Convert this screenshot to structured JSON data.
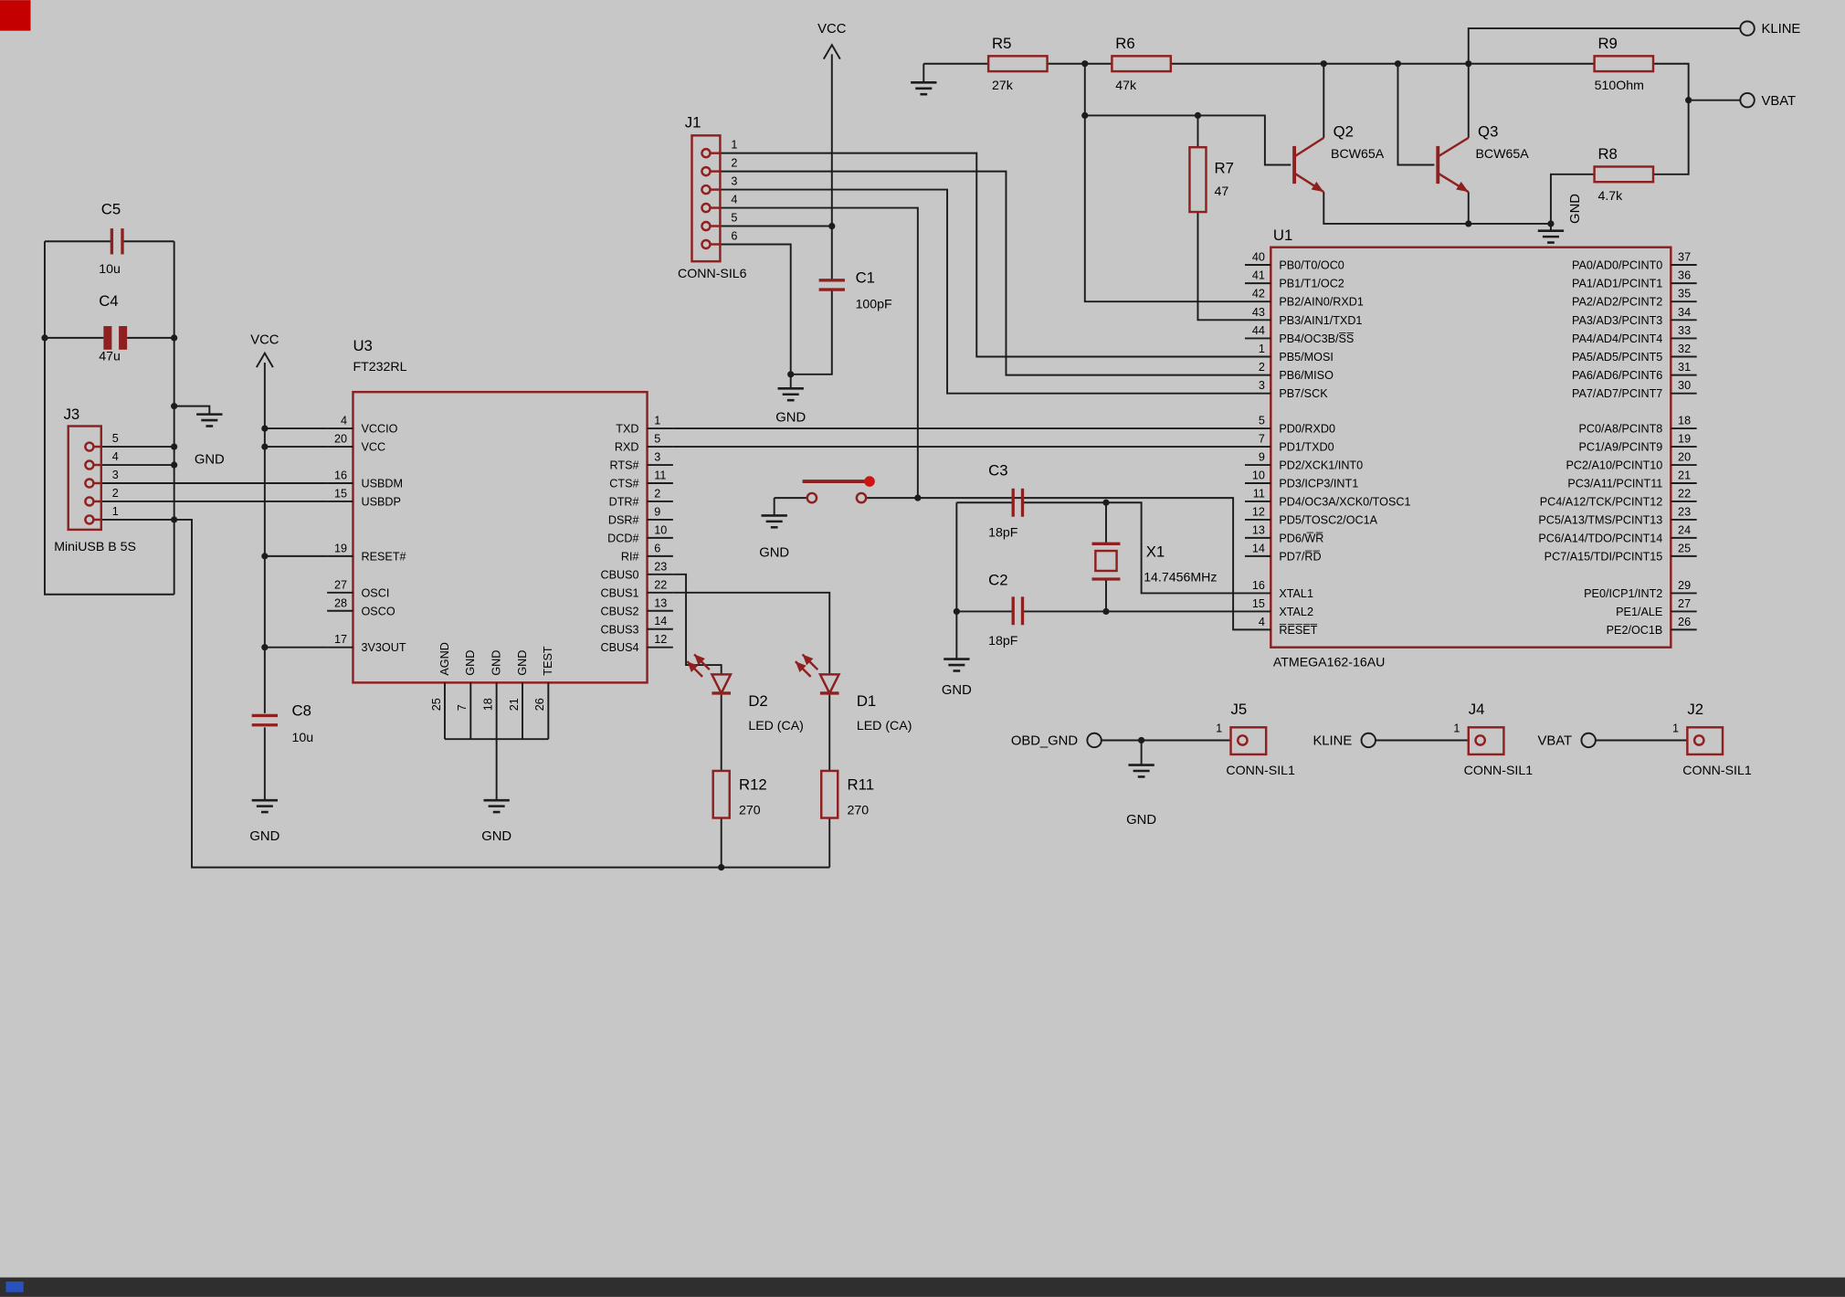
{
  "colors": {
    "background": "#c7c7c7",
    "component": "#8e2020",
    "wire": "#1c1c1c",
    "text": "#000000",
    "accent_red": "#cc1414",
    "bottom_bar": "#2f2f2f",
    "taskbar_accent": "#2a52be",
    "origin_marker": "#c40000"
  },
  "labels": {
    "vcc": "VCC",
    "gnd": "GND"
  },
  "terminals": {
    "kline": "KLINE",
    "vbat": "VBAT",
    "obd_gnd": "OBD_GND"
  },
  "resistors": {
    "r5": {
      "ref": "R5",
      "value": "27k"
    },
    "r6": {
      "ref": "R6",
      "value": "47k"
    },
    "r7": {
      "ref": "R7",
      "value": "47"
    },
    "r8": {
      "ref": "R8",
      "value": "4.7k"
    },
    "r9": {
      "ref": "R9",
      "value": "510Ohm"
    },
    "r11": {
      "ref": "R11",
      "value": "270"
    },
    "r12": {
      "ref": "R12",
      "value": "270"
    }
  },
  "capacitors": {
    "c1": {
      "ref": "C1",
      "value": "100pF"
    },
    "c2": {
      "ref": "C2",
      "value": "18pF"
    },
    "c3": {
      "ref": "C3",
      "value": "18pF"
    },
    "c4": {
      "ref": "C4",
      "value": "47u"
    },
    "c5": {
      "ref": "C5",
      "value": "10u"
    },
    "c8": {
      "ref": "C8",
      "value": "10u"
    }
  },
  "transistors": {
    "q2": {
      "ref": "Q2",
      "value": "BCW65A"
    },
    "q3": {
      "ref": "Q3",
      "value": "BCW65A"
    }
  },
  "crystal": {
    "ref": "X1",
    "value": "14.7456MHz"
  },
  "diodes": {
    "d1": {
      "ref": "D1",
      "value": "LED (CA)"
    },
    "d2": {
      "ref": "D2",
      "value": "LED (CA)"
    }
  },
  "connectors": {
    "j1": {
      "ref": "J1",
      "type": "CONN-SIL6",
      "pins": [
        {
          "num": "1"
        },
        {
          "num": "2"
        },
        {
          "num": "3"
        },
        {
          "num": "4"
        },
        {
          "num": "5"
        },
        {
          "num": "6"
        }
      ]
    },
    "j3": {
      "ref": "J3",
      "type": "MiniUSB B 5S",
      "pins": [
        {
          "num": "5"
        },
        {
          "num": "4"
        },
        {
          "num": "3"
        },
        {
          "num": "2"
        },
        {
          "num": "1"
        }
      ]
    },
    "j5": {
      "ref": "J5",
      "type": "CONN-SIL1",
      "pin": "1"
    },
    "j4": {
      "ref": "J4",
      "type": "CONN-SIL1",
      "pin": "1"
    },
    "j2": {
      "ref": "J2",
      "type": "CONN-SIL1",
      "pin": "1"
    }
  },
  "u3": {
    "ref": "U3",
    "value": "FT232RL",
    "left_a": [
      {
        "num": "4",
        "name": "VCCIO"
      },
      {
        "num": "20",
        "name": "VCC"
      }
    ],
    "left_b": [
      {
        "num": "16",
        "name": "USBDM"
      },
      {
        "num": "15",
        "name": "USBDP"
      }
    ],
    "left_c": [
      {
        "num": "19",
        "name": "RESET#"
      }
    ],
    "left_d": [
      {
        "num": "27",
        "name": "OSCI"
      },
      {
        "num": "28",
        "name": "OSCO"
      }
    ],
    "left_e": [
      {
        "num": "17",
        "name": "3V3OUT"
      }
    ],
    "right": [
      {
        "num": "1",
        "name": "TXD"
      },
      {
        "num": "5",
        "name": "RXD"
      },
      {
        "num": "3",
        "name": "RTS#"
      },
      {
        "num": "11",
        "name": "CTS#"
      },
      {
        "num": "2",
        "name": "DTR#"
      },
      {
        "num": "9",
        "name": "DSR#"
      },
      {
        "num": "10",
        "name": "DCD#"
      },
      {
        "num": "6",
        "name": "RI#"
      },
      {
        "num": "23",
        "name": "CBUS0"
      },
      {
        "num": "22",
        "name": "CBUS1"
      },
      {
        "num": "13",
        "name": "CBUS2"
      },
      {
        "num": "14",
        "name": "CBUS3"
      },
      {
        "num": "12",
        "name": "CBUS4"
      }
    ],
    "bottom": [
      {
        "num": "25",
        "name": "AGND"
      },
      {
        "num": "7",
        "name": "GND"
      },
      {
        "num": "18",
        "name": "GND"
      },
      {
        "num": "21",
        "name": "GND"
      },
      {
        "num": "26",
        "name": "TEST"
      }
    ]
  },
  "u1": {
    "ref": "U1",
    "value": "ATMEGA162-16AU",
    "pb": [
      {
        "num": "40",
        "name": "PB0/T0/OC0"
      },
      {
        "num": "41",
        "name": "PB1/T1/OC2"
      },
      {
        "num": "42",
        "name": "PB2/AIN0/RXD1"
      },
      {
        "num": "43",
        "name": "PB3/AIN1/TXD1"
      },
      {
        "num": "44",
        "name": "PB4/OC3B/S̅S̅"
      },
      {
        "num": "1",
        "name": "PB5/MOSI"
      },
      {
        "num": "2",
        "name": "PB6/MISO"
      },
      {
        "num": "3",
        "name": "PB7/SCK"
      }
    ],
    "pd": [
      {
        "num": "5",
        "name": "PD0/RXD0"
      },
      {
        "num": "7",
        "name": "PD1/TXD0"
      },
      {
        "num": "9",
        "name": "PD2/XCK1/INT0"
      },
      {
        "num": "10",
        "name": "PD3/ICP3/INT1"
      },
      {
        "num": "11",
        "name": "PD4/OC3A/XCK0/TOSC1"
      },
      {
        "num": "12",
        "name": "PD5/TOSC2/OC1A"
      },
      {
        "num": "13",
        "name": "PD6/W̅R̅"
      },
      {
        "num": "14",
        "name": "PD7/R̅D̅"
      }
    ],
    "xtal": [
      {
        "num": "16",
        "name": "XTAL1"
      },
      {
        "num": "15",
        "name": "XTAL2"
      },
      {
        "num": "4",
        "name": "R̅E̅S̅E̅T̅"
      }
    ],
    "pa": [
      {
        "num": "37",
        "name": "PA0/AD0/PCINT0"
      },
      {
        "num": "36",
        "name": "PA1/AD1/PCINT1"
      },
      {
        "num": "35",
        "name": "PA2/AD2/PCINT2"
      },
      {
        "num": "34",
        "name": "PA3/AD3/PCINT3"
      },
      {
        "num": "33",
        "name": "PA4/AD4/PCINT4"
      },
      {
        "num": "32",
        "name": "PA5/AD5/PCINT5"
      },
      {
        "num": "31",
        "name": "PA6/AD6/PCINT6"
      },
      {
        "num": "30",
        "name": "PA7/AD7/PCINT7"
      }
    ],
    "pc": [
      {
        "num": "18",
        "name": "PC0/A8/PCINT8"
      },
      {
        "num": "19",
        "name": "PC1/A9/PCINT9"
      },
      {
        "num": "20",
        "name": "PC2/A10/PCINT10"
      },
      {
        "num": "21",
        "name": "PC3/A11/PCINT11"
      },
      {
        "num": "22",
        "name": "PC4/A12/TCK/PCINT12"
      },
      {
        "num": "23",
        "name": "PC5/A13/TMS/PCINT13"
      },
      {
        "num": "24",
        "name": "PC6/A14/TDO/PCINT14"
      },
      {
        "num": "25",
        "name": "PC7/A15/TDI/PCINT15"
      }
    ],
    "pe": [
      {
        "num": "29",
        "name": "PE0/ICP1/INT2"
      },
      {
        "num": "27",
        "name": "PE1/ALE"
      },
      {
        "num": "26",
        "name": "PE2/OC1B"
      }
    ]
  }
}
